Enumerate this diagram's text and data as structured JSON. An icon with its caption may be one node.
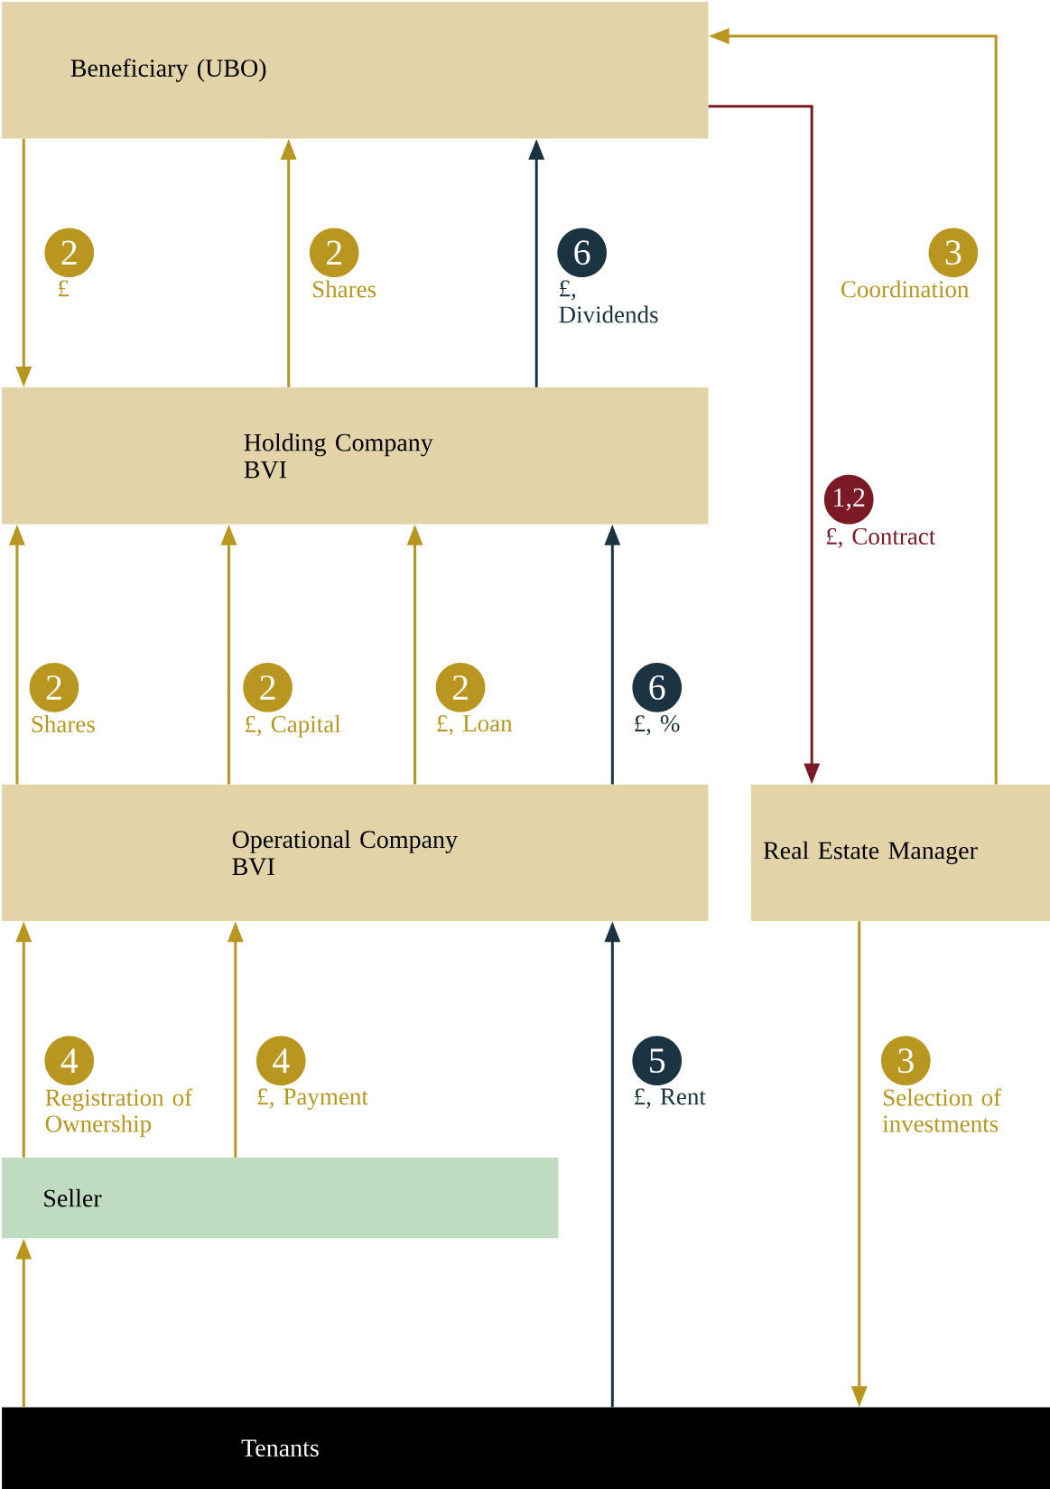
{
  "diagram": {
    "nodes": [
      {
        "text": [
          "Beneficiary (UBO)"
        ]
      },
      {
        "text": [
          "Holding Company BVI"
        ]
      },
      {
        "text": [
          "Operational Company BVI"
        ]
      },
      {
        "text": [
          "Real Estate Manager"
        ]
      },
      {
        "text": [
          "Seller"
        ]
      },
      {
        "text": [
          "Tenants"
        ]
      }
    ],
    "edges": [
      {
        "from": 0,
        "to": 1,
        "arrow": "to",
        "label": "£"
      },
      {
        "from": 1,
        "to": 0,
        "arrow": "to",
        "label": "Shares"
      },
      {
        "from": 1,
        "to": 0,
        "arrow": "to",
        "label": "£, Dividends",
        "color": "#1c3441"
      },
      {
        "from": 3,
        "to": 0,
        "arrow": "to",
        "label": "Coordination"
      },
      {
        "from": 0,
        "to": 3,
        "arrow": "to",
        "label": "£, Contract",
        "color": "#7b1a24"
      },
      {
        "from": 2,
        "to": 1,
        "arrow": "to",
        "label": "Shares"
      },
      {
        "from": 2,
        "to": 1,
        "arrow": "to",
        "label": "£, Capital"
      },
      {
        "from": 2,
        "to": 1,
        "arrow": "to",
        "label": "£, Loan"
      },
      {
        "from": 2,
        "to": 1,
        "arrow": "to",
        "label": "£, %",
        "color": "#1c3441"
      },
      {
        "from": 4,
        "to": 2,
        "arrow": "to",
        "label": "Registration of Ownership"
      },
      {
        "from": 4,
        "to": 2,
        "arrow": "to",
        "label": "£, Payment"
      },
      {
        "from": 5,
        "to": 2,
        "arrow": "to",
        "label": "£, Rent",
        "color": "#1c3441"
      },
      {
        "from": 3,
        "to": 5,
        "arrow": "to",
        "label": "Selection of investments"
      },
      {
        "from": 5,
        "to": 4,
        "arrow": "to"
      }
    ],
    "labels": [
      "2",
      "2",
      "6",
      "3",
      "1,2",
      "2",
      "2",
      "2",
      "6",
      "4",
      "4",
      "5",
      "3"
    ]
  }
}
